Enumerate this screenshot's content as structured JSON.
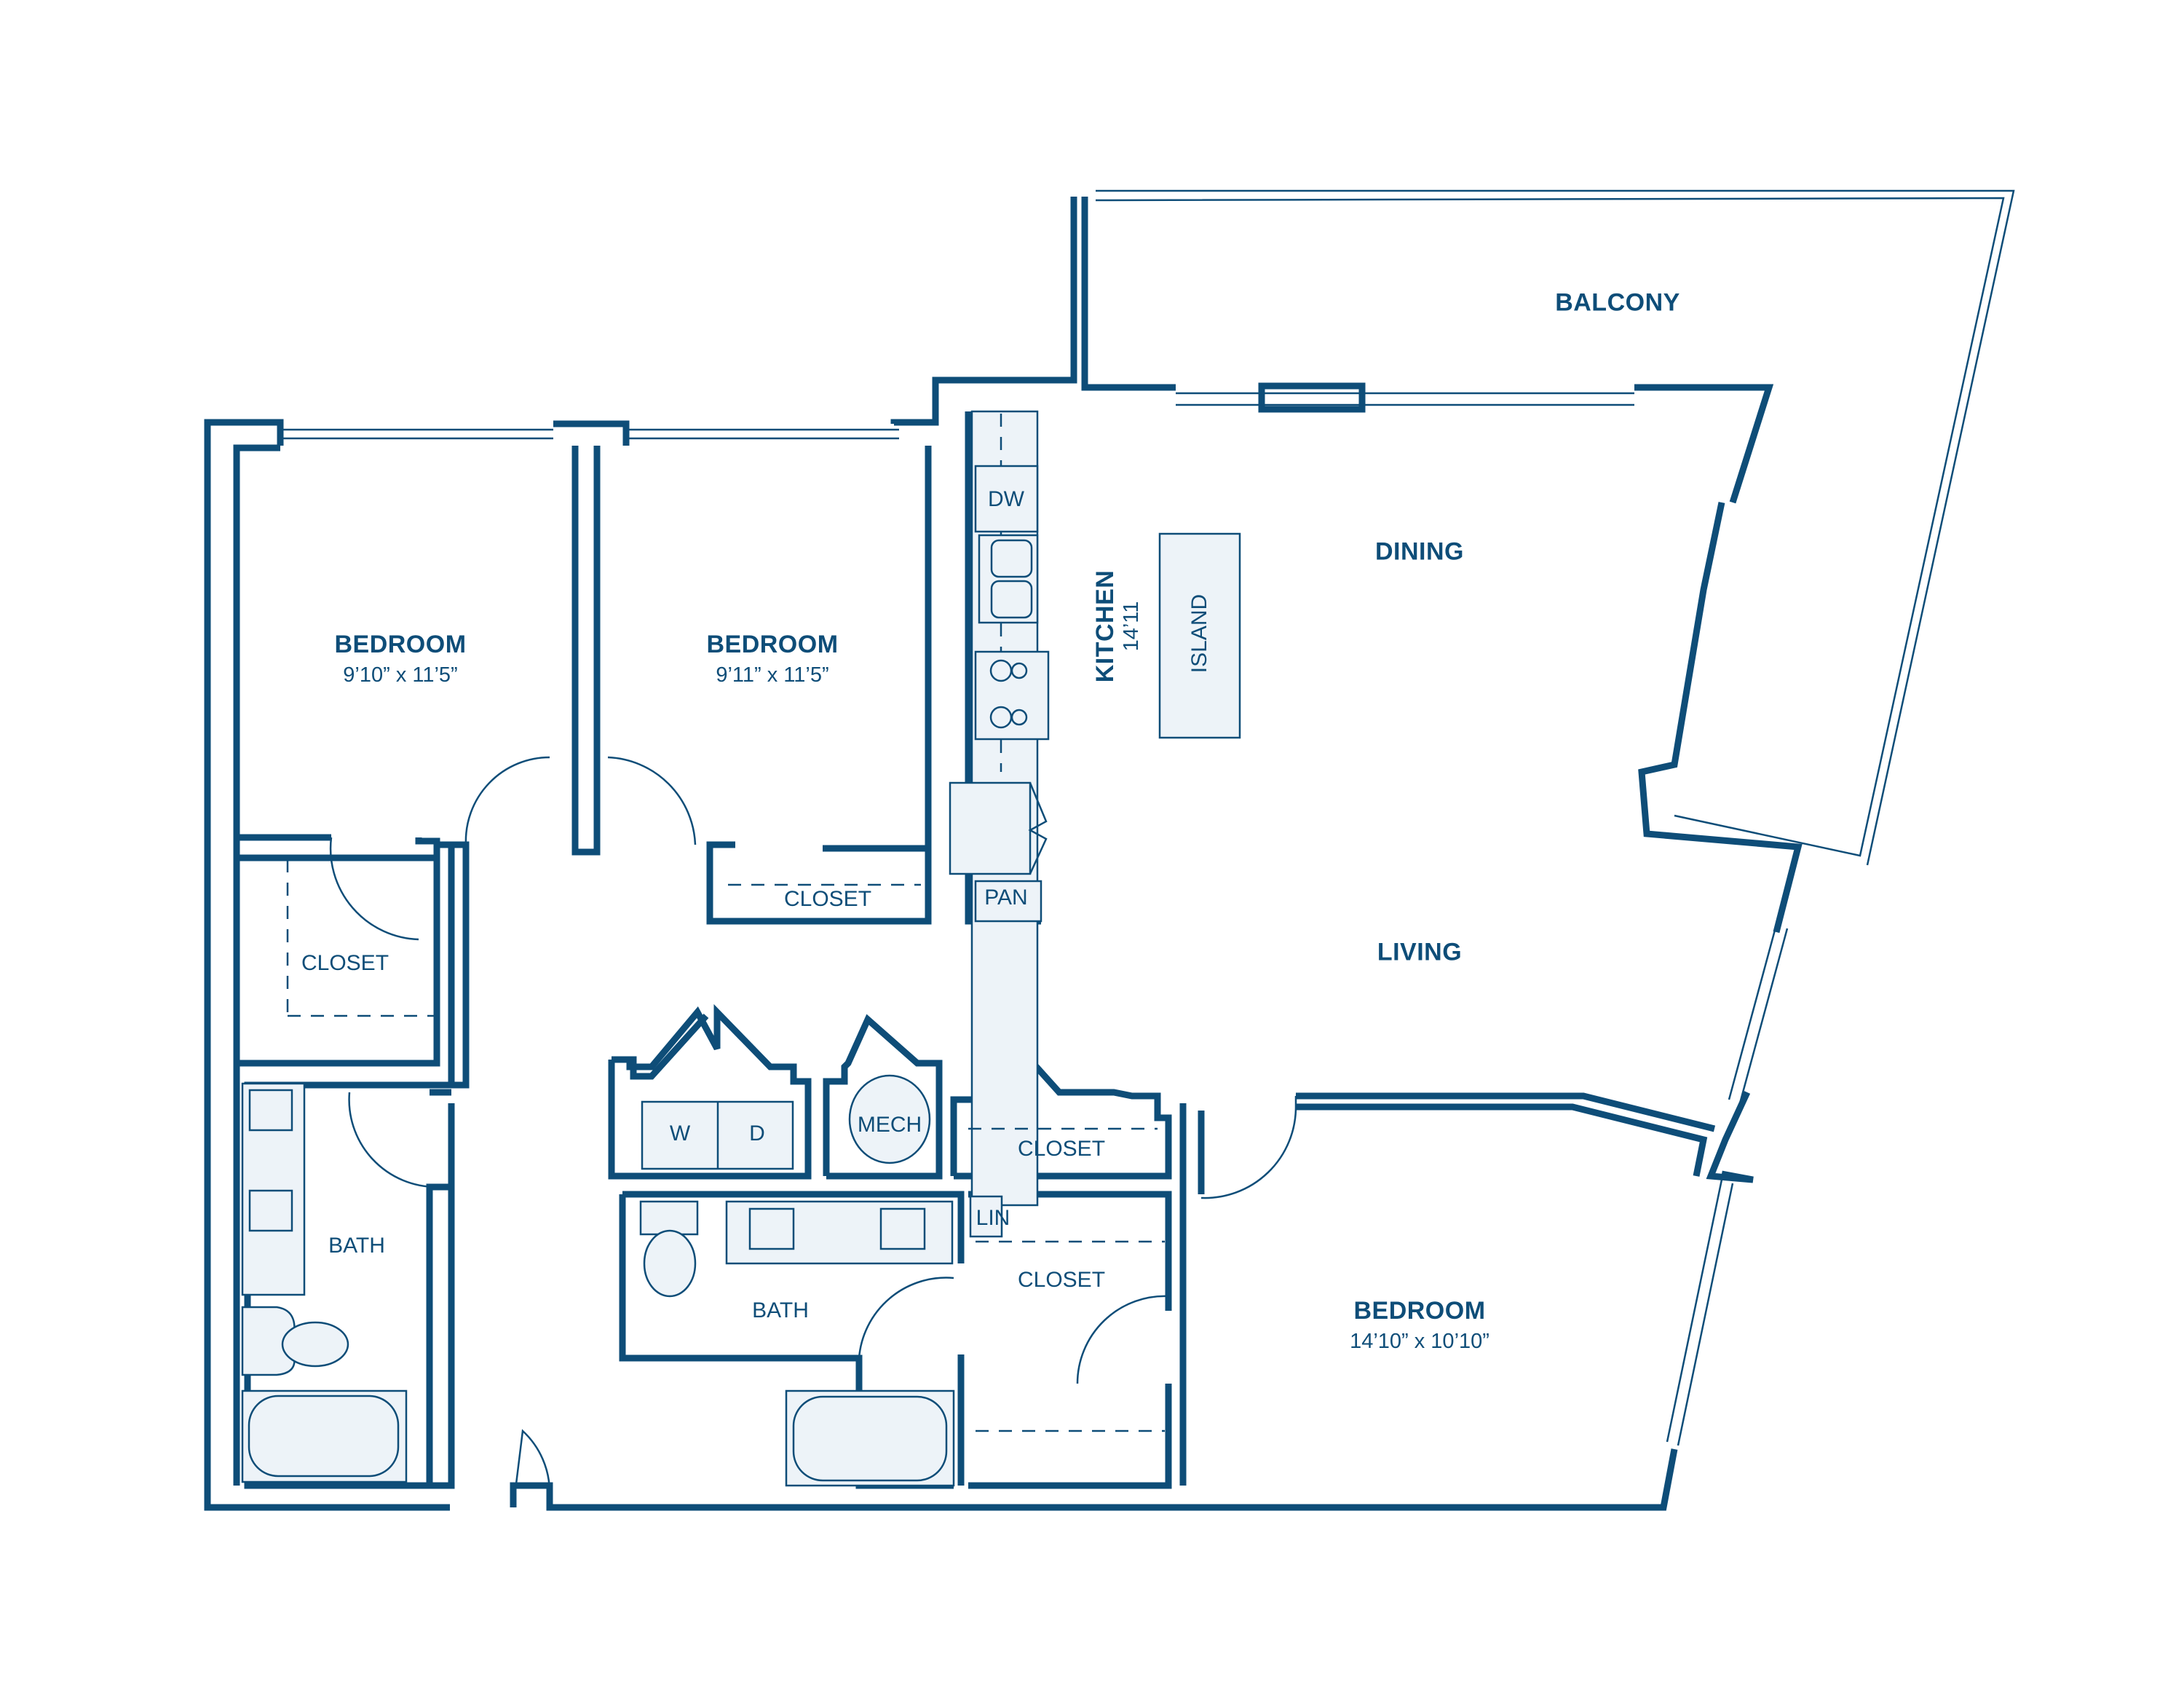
{
  "plan": {
    "colors": {
      "wall": "#0e4d78",
      "fixture_fill": "#edf3f8",
      "background": "#ffffff"
    },
    "rooms": {
      "balcony": {
        "name": "BALCONY"
      },
      "dining": {
        "name": "DINING"
      },
      "living": {
        "name": "LIVING"
      },
      "kitchen": {
        "name": "KITCHEN",
        "dimension": "14’11"
      },
      "bedroom_1": {
        "name": "BEDROOM",
        "dimension": "9’10” x 11’5”"
      },
      "bedroom_2": {
        "name": "BEDROOM",
        "dimension": "9’11” x 11’5”"
      },
      "bedroom_3": {
        "name": "BEDROOM",
        "dimension": "14’10” x 10’10”"
      },
      "bath_1": {
        "name": "BATH"
      },
      "bath_2": {
        "name": "BATH"
      },
      "closet_1": {
        "name": "CLOSET"
      },
      "closet_2": {
        "name": "CLOSET"
      },
      "closet_3": {
        "name": "CLOSET"
      },
      "closet_4": {
        "name": "CLOSET"
      }
    },
    "fixtures": {
      "dishwasher": "DW",
      "pantry": "PAN",
      "island": "ISLAND",
      "washer": "W",
      "dryer": "D",
      "mech": "MECH",
      "linen": "LIN"
    }
  }
}
